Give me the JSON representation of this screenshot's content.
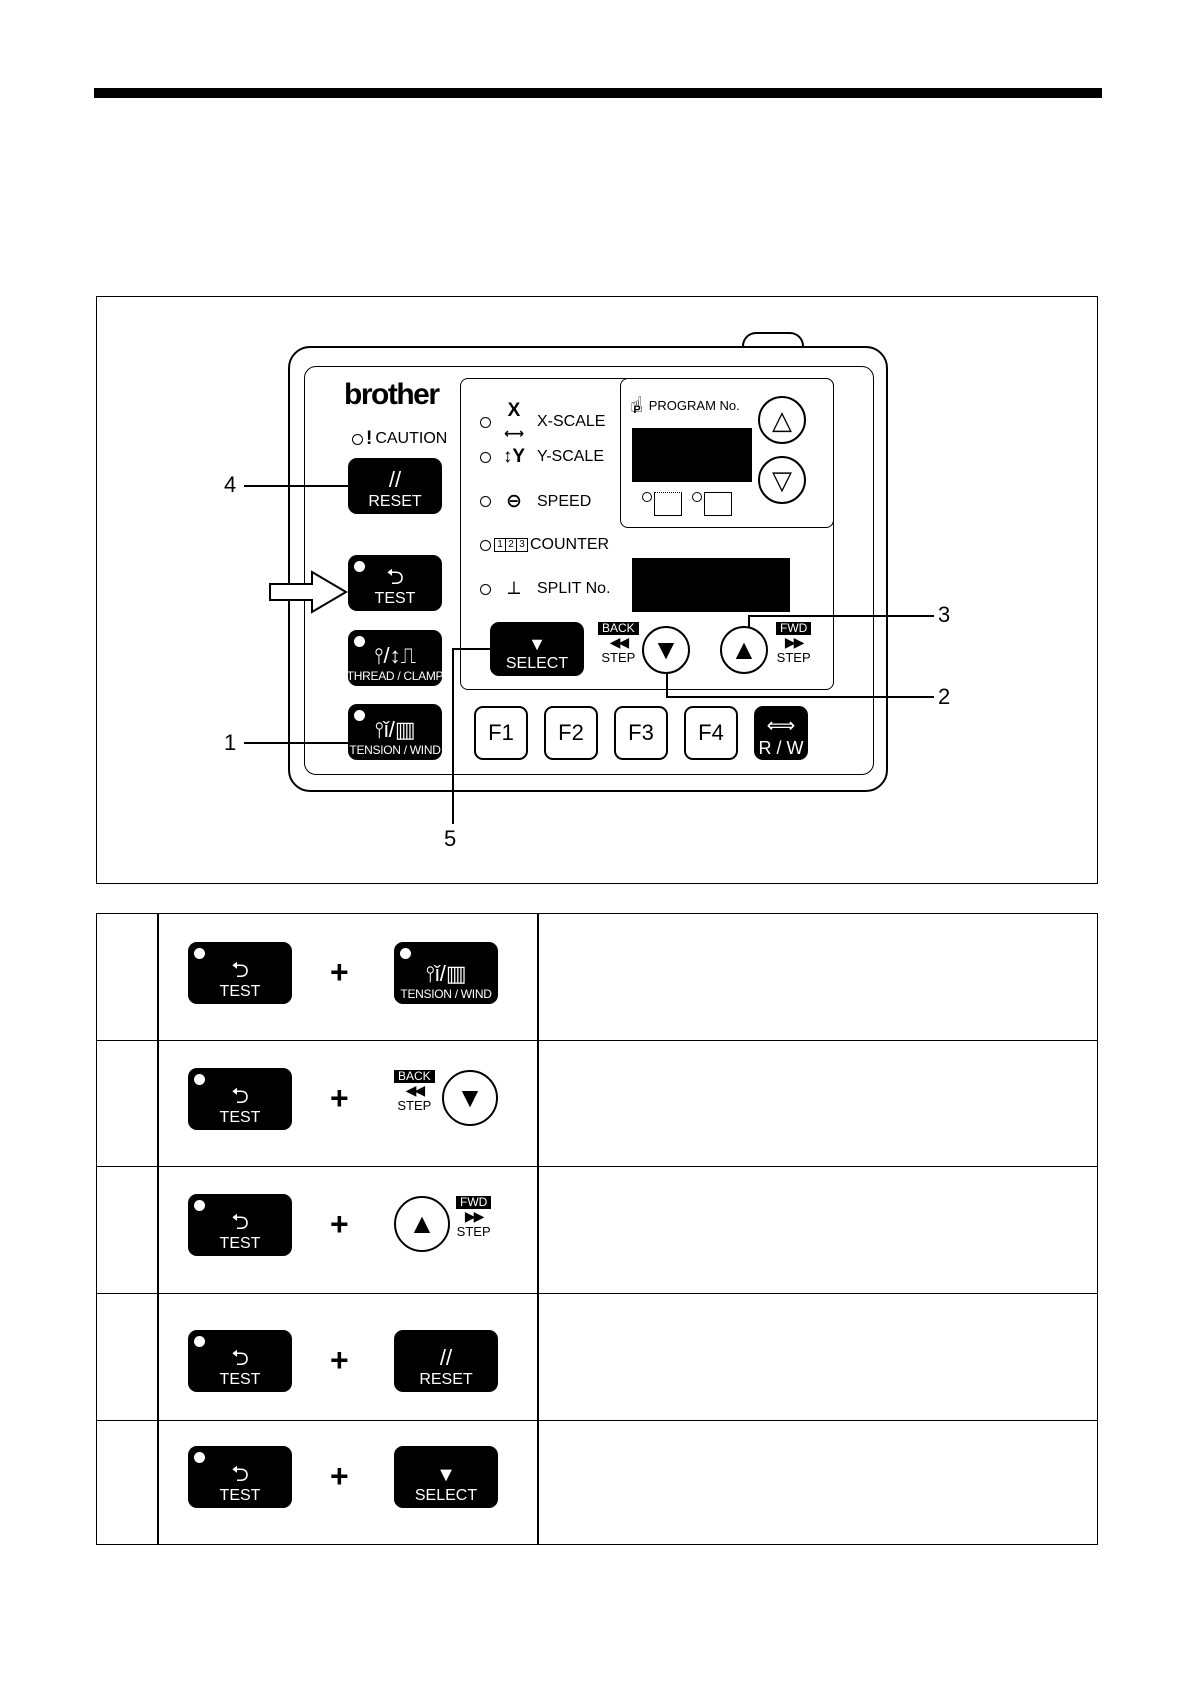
{
  "panel": {
    "brand": "brother",
    "caution": "CAUTION",
    "keys": {
      "reset": "RESET",
      "test": "TEST",
      "thread_clamp": "THREAD / CLAMP",
      "tension_wind": "TENSION / WIND",
      "select": "SELECT",
      "rw": "R / W"
    },
    "indicators": {
      "x_scale": "X-SCALE",
      "y_scale": "Y-SCALE",
      "speed": "SPEED",
      "counter": "COUNTER",
      "split": "SPLIT No.",
      "program": "PROGRAM No."
    },
    "step": {
      "back": "BACK",
      "fwd": "FWD",
      "step": "STEP"
    },
    "fkeys": [
      "F1",
      "F2",
      "F3",
      "F4"
    ],
    "callouts": {
      "c1": "1",
      "c2": "2",
      "c3": "3",
      "c4": "4",
      "c5": "5"
    },
    "icons": {
      "x": "X",
      "y": "Y",
      "counter_digits": [
        "1",
        "2",
        "3"
      ],
      "program_hand": "P"
    }
  },
  "table": {
    "plus": "+",
    "rows": [
      {
        "left": "TEST",
        "right": "TENSION / WIND"
      },
      {
        "left": "TEST",
        "right_tag": "BACK",
        "right_step": "STEP"
      },
      {
        "left": "TEST",
        "right_tag": "FWD",
        "right_step": "STEP"
      },
      {
        "left": "TEST",
        "right": "RESET"
      },
      {
        "left": "TEST",
        "right": "SELECT"
      }
    ]
  }
}
